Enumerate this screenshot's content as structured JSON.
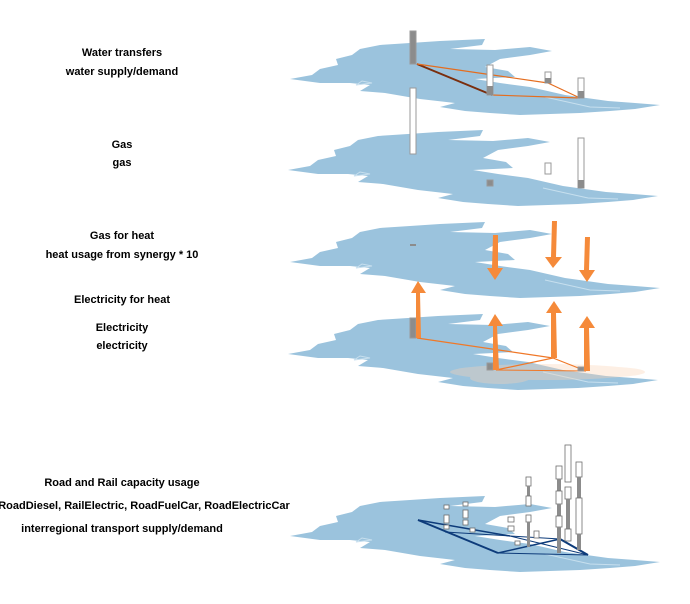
{
  "layers": [
    {
      "id": "water",
      "title": "Water transfers",
      "subtitle": "water supply/demand"
    },
    {
      "id": "gas",
      "title": "Gas",
      "subtitle": "gas"
    },
    {
      "id": "gas-heat",
      "title": "Gas for heat",
      "subtitle": "heat usage from synergy * 10"
    },
    {
      "id": "electricity",
      "title": "Electricity for heat",
      "subtitle": "Electricity",
      "subtitle2": "electricity"
    },
    {
      "id": "transport",
      "title": "Road and Rail capacity usage",
      "subtitle": "RoadDiesel, RailElectric, RoadFuelCar, RoadElectricCar",
      "subtitle2": "interregional transport supply/demand"
    }
  ],
  "colors": {
    "map_fill": "#9bc3dd",
    "water_flow": "#7a2e0e",
    "flow_line": "#f07828",
    "heat_arrow": "#f58a3a",
    "bar_grey": "#8c8c8c",
    "bar_outline": "#9a9a9a",
    "transport_line": "#0d3b7a"
  }
}
